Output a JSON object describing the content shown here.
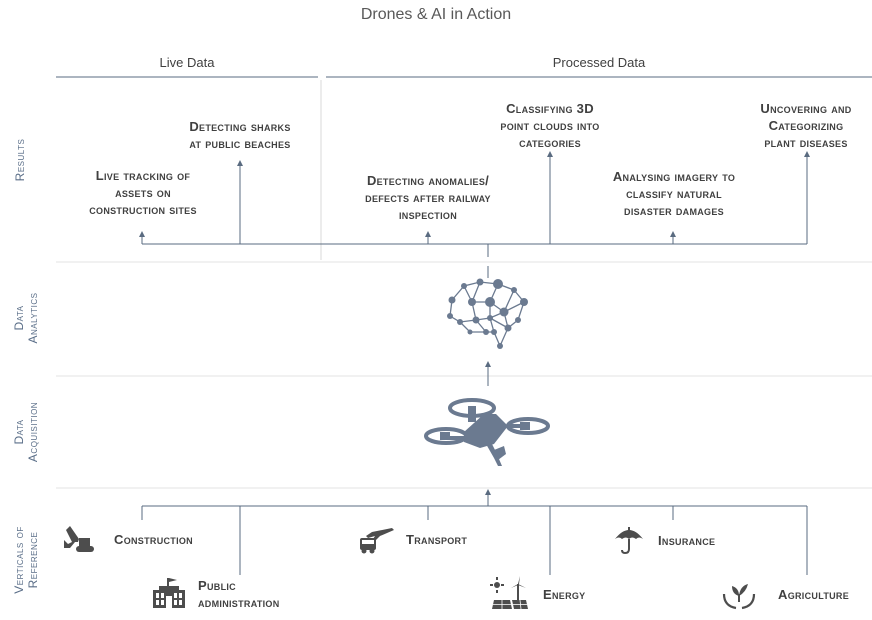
{
  "title": "Drones & AI in Action",
  "headers": {
    "live": "Live Data",
    "processed": "Processed Data"
  },
  "rows": {
    "results": "Results",
    "analytics": [
      "Data",
      "Analytics"
    ],
    "acquisition": [
      "Data",
      "Acquisition"
    ],
    "verticals": [
      "Verticals of",
      "Reference"
    ]
  },
  "results": [
    [
      "Live tracking of",
      "assets on",
      "construction sites"
    ],
    [
      "Detecting sharks",
      "at public beaches"
    ],
    [
      "Detecting anomalies/",
      "defects after railway",
      "inspection"
    ],
    [
      "Classifying 3D",
      "point clouds into",
      "categories"
    ],
    [
      "Analysing imagery to",
      "classify natural",
      "disaster damages"
    ],
    [
      "Uncovering and",
      "Categorizing",
      "plant diseases"
    ]
  ],
  "verticals": {
    "construction": "Construction",
    "public": [
      "Public",
      "administration"
    ],
    "transport": "Transport",
    "energy": "Energy",
    "insurance": "Insurance",
    "agriculture": "Agriculture"
  },
  "icons": [
    "excavator-icon",
    "government-building-icon",
    "airplane-bus-icon",
    "solar-wind-icon",
    "umbrella-icon",
    "plant-hands-icon",
    "neural-brain-icon",
    "drone-icon"
  ],
  "colors": {
    "line": "#5a6b80",
    "label": "#5a6e88",
    "text": "#404040",
    "icon": "#4d4d4d"
  }
}
